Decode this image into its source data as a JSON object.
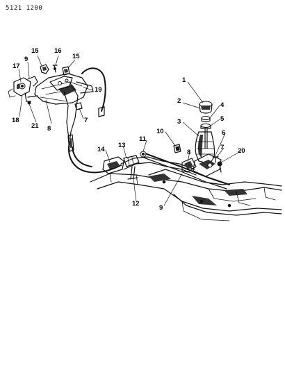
{
  "document_number": "5121 1200",
  "callouts": [
    {
      "id": "c1",
      "label": "1"
    },
    {
      "id": "c2",
      "label": "2"
    },
    {
      "id": "c3",
      "label": "3"
    },
    {
      "id": "c4",
      "label": "4"
    },
    {
      "id": "c5",
      "label": "5"
    },
    {
      "id": "c6",
      "label": "6"
    },
    {
      "id": "c7a",
      "label": "7"
    },
    {
      "id": "c7b",
      "label": "7"
    },
    {
      "id": "c8a",
      "label": "8"
    },
    {
      "id": "c8b",
      "label": "8"
    },
    {
      "id": "c9a",
      "label": "9"
    },
    {
      "id": "c9b",
      "label": "9"
    },
    {
      "id": "c10",
      "label": "10"
    },
    {
      "id": "c11",
      "label": "11"
    },
    {
      "id": "c12",
      "label": "12"
    },
    {
      "id": "c13",
      "label": "13"
    },
    {
      "id": "c14",
      "label": "14"
    },
    {
      "id": "c15a",
      "label": "15"
    },
    {
      "id": "c15b",
      "label": "15"
    },
    {
      "id": "c16",
      "label": "16"
    },
    {
      "id": "c17",
      "label": "17"
    },
    {
      "id": "c18",
      "label": "18"
    },
    {
      "id": "c19",
      "label": "19"
    },
    {
      "id": "c20",
      "label": "20"
    },
    {
      "id": "c21",
      "label": "21"
    }
  ]
}
